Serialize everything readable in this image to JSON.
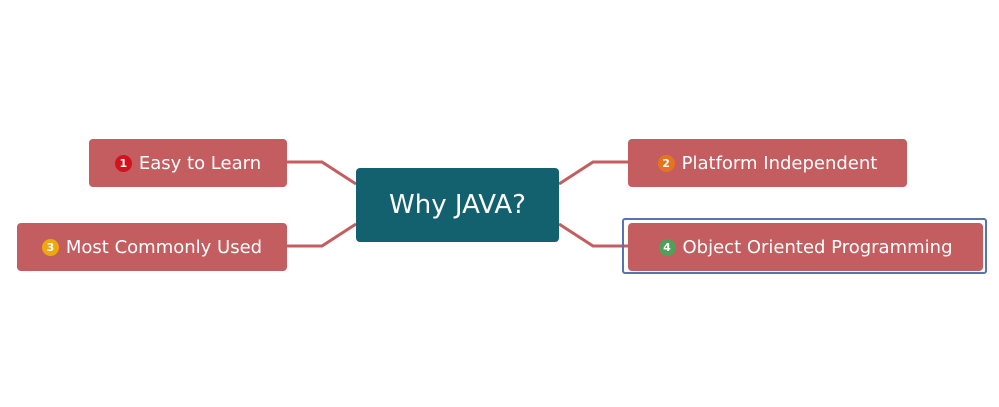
{
  "diagram": {
    "central_topic": "Why JAVA?",
    "topics": [
      {
        "number": "1",
        "label": "Easy to Learn",
        "badge_color": "#d4121d"
      },
      {
        "number": "2",
        "label": "Platform Independent",
        "badge_color": "#e8731e"
      },
      {
        "number": "3",
        "label": "Most Commonly Used",
        "badge_color": "#eda70f"
      },
      {
        "number": "4",
        "label": "Object Oriented Programming",
        "badge_color": "#4fa15a",
        "selected": true
      }
    ]
  },
  "colors": {
    "central_fill": "#13606f",
    "topic_fill": "#c45d5f",
    "connector": "#c45d5f",
    "selection_border": "#5a72ad",
    "text": "#ffffff"
  }
}
